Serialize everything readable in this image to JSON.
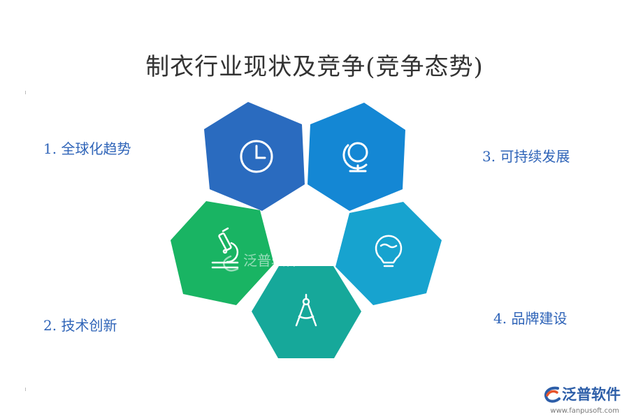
{
  "title": "制衣行业现状及竞争(竞争态势)",
  "items": [
    {
      "label": "1. 全球化趋势",
      "icon": "clock-icon",
      "color": "#2a6bbf"
    },
    {
      "label": "2. 技术创新",
      "icon": "microscope-icon",
      "color": "#19b463"
    },
    {
      "label": "3. 可持续发展",
      "icon": "globe-icon",
      "color": "#1487d4"
    },
    {
      "label": "4. 品牌建设",
      "icon": "lightbulb-icon",
      "color": "#17a3cf"
    },
    {
      "icon": "compass-icon",
      "color": "#16a89a"
    }
  ],
  "watermark": {
    "text": "泛普软件"
  },
  "logo": {
    "name": "泛普软件",
    "url": "www.fanpusoft.com"
  }
}
